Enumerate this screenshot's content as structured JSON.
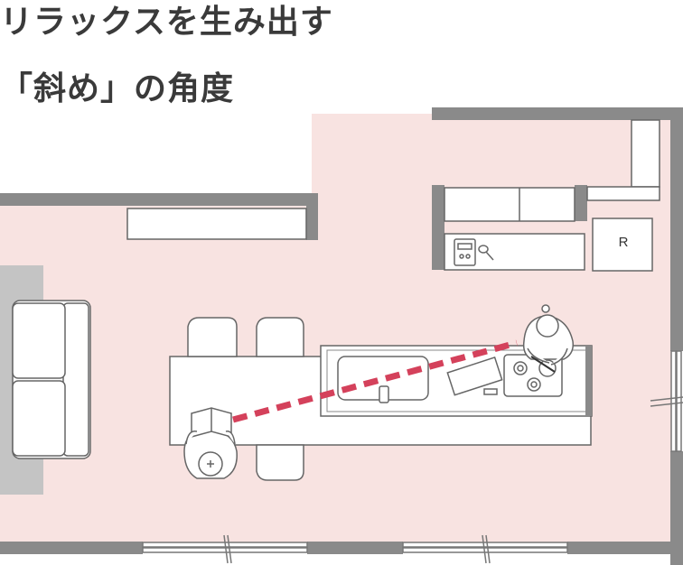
{
  "title": {
    "line1": "リラックスを生み出す",
    "line2": "「斜め」の角度"
  },
  "plan": {
    "fridge_label": "R"
  },
  "colors": {
    "floor": "#f8e3e1",
    "wall": "#8a8a8a",
    "sofa_area": "#c4c4c4",
    "sightline": "#d4415b",
    "text": "#3a3a3a"
  }
}
